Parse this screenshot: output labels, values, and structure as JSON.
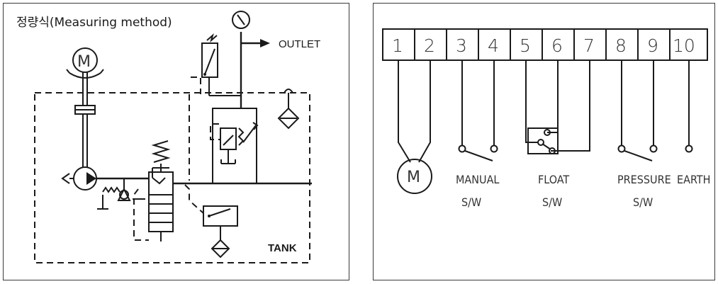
{
  "hydraulic": {
    "title": "정량식(Measuring method)",
    "motor_symbol": "M",
    "outlet_label": "OUTLET",
    "tank_label": "TANK"
  },
  "wiring": {
    "terminals": [
      "1",
      "2",
      "3",
      "4",
      "5",
      "6",
      "7",
      "8",
      "9",
      "10"
    ],
    "motor_symbol": "M",
    "manual_label": "MANUAL",
    "manual_sw": "S/W",
    "float_label": "FLOAT",
    "float_sw": "S/W",
    "pressure_label": "PRESSURE",
    "pressure_sw": "S/W",
    "earth_label": "EARTH"
  }
}
